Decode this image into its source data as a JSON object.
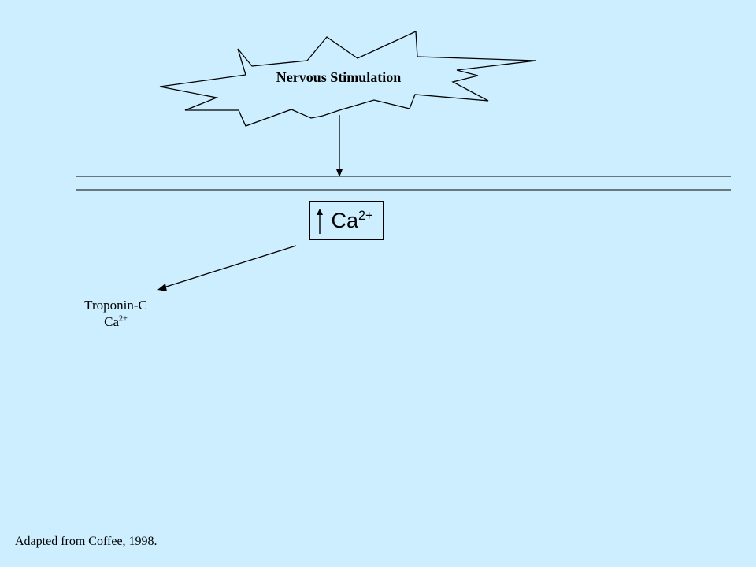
{
  "slide": {
    "background_color": "#cceeff",
    "stimulus_label": "Nervous Stimulation",
    "calcium_box": {
      "symbol": "Ca",
      "charge": "2+",
      "indicator_icon": "up-arrow-icon"
    },
    "target": {
      "name": "Troponin-C",
      "ion_symbol": "Ca",
      "ion_charge": "2+"
    },
    "citation": "Adapted from Coffee, 1998."
  }
}
